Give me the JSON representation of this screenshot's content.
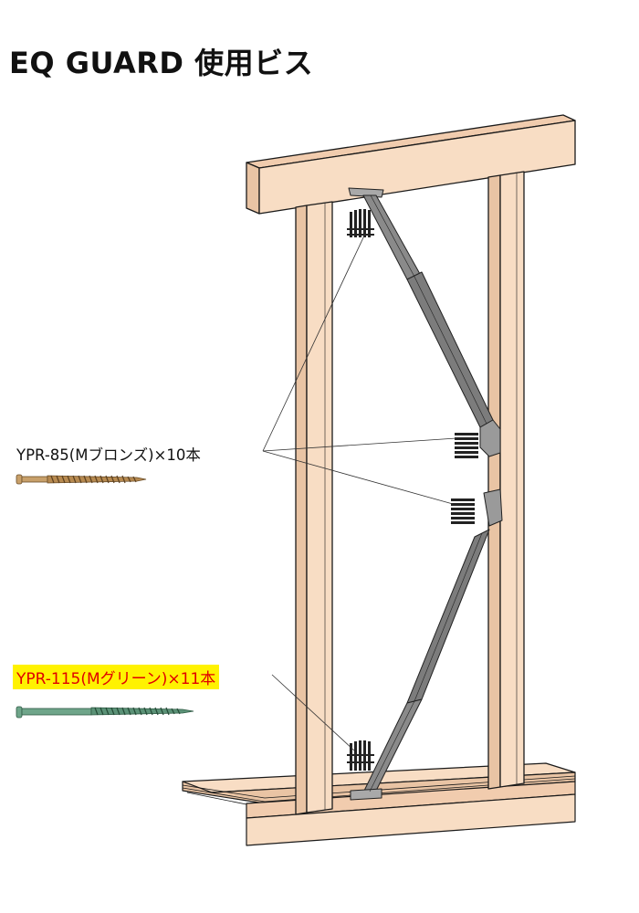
{
  "title": "EQ GUARD 使用ビス",
  "screws": [
    {
      "label": "YPR-85(Mブロンズ)×10本",
      "color": "#c8a06a",
      "highlight": ""
    },
    {
      "label": "YPR-115(Mグリーン)×11本",
      "color": "#6fa58a",
      "highlight": "#fff200",
      "text_color": "#e00000"
    }
  ],
  "colors": {
    "wood_face": "#f8ddc4",
    "wood_side": "#f1ccae",
    "wood_edge": "#1a1a1a",
    "brace": "#8a8a8a",
    "brace_dark": "#5e5e5e"
  },
  "icons": [
    "bronze-screw-icon",
    "green-screw-icon"
  ]
}
